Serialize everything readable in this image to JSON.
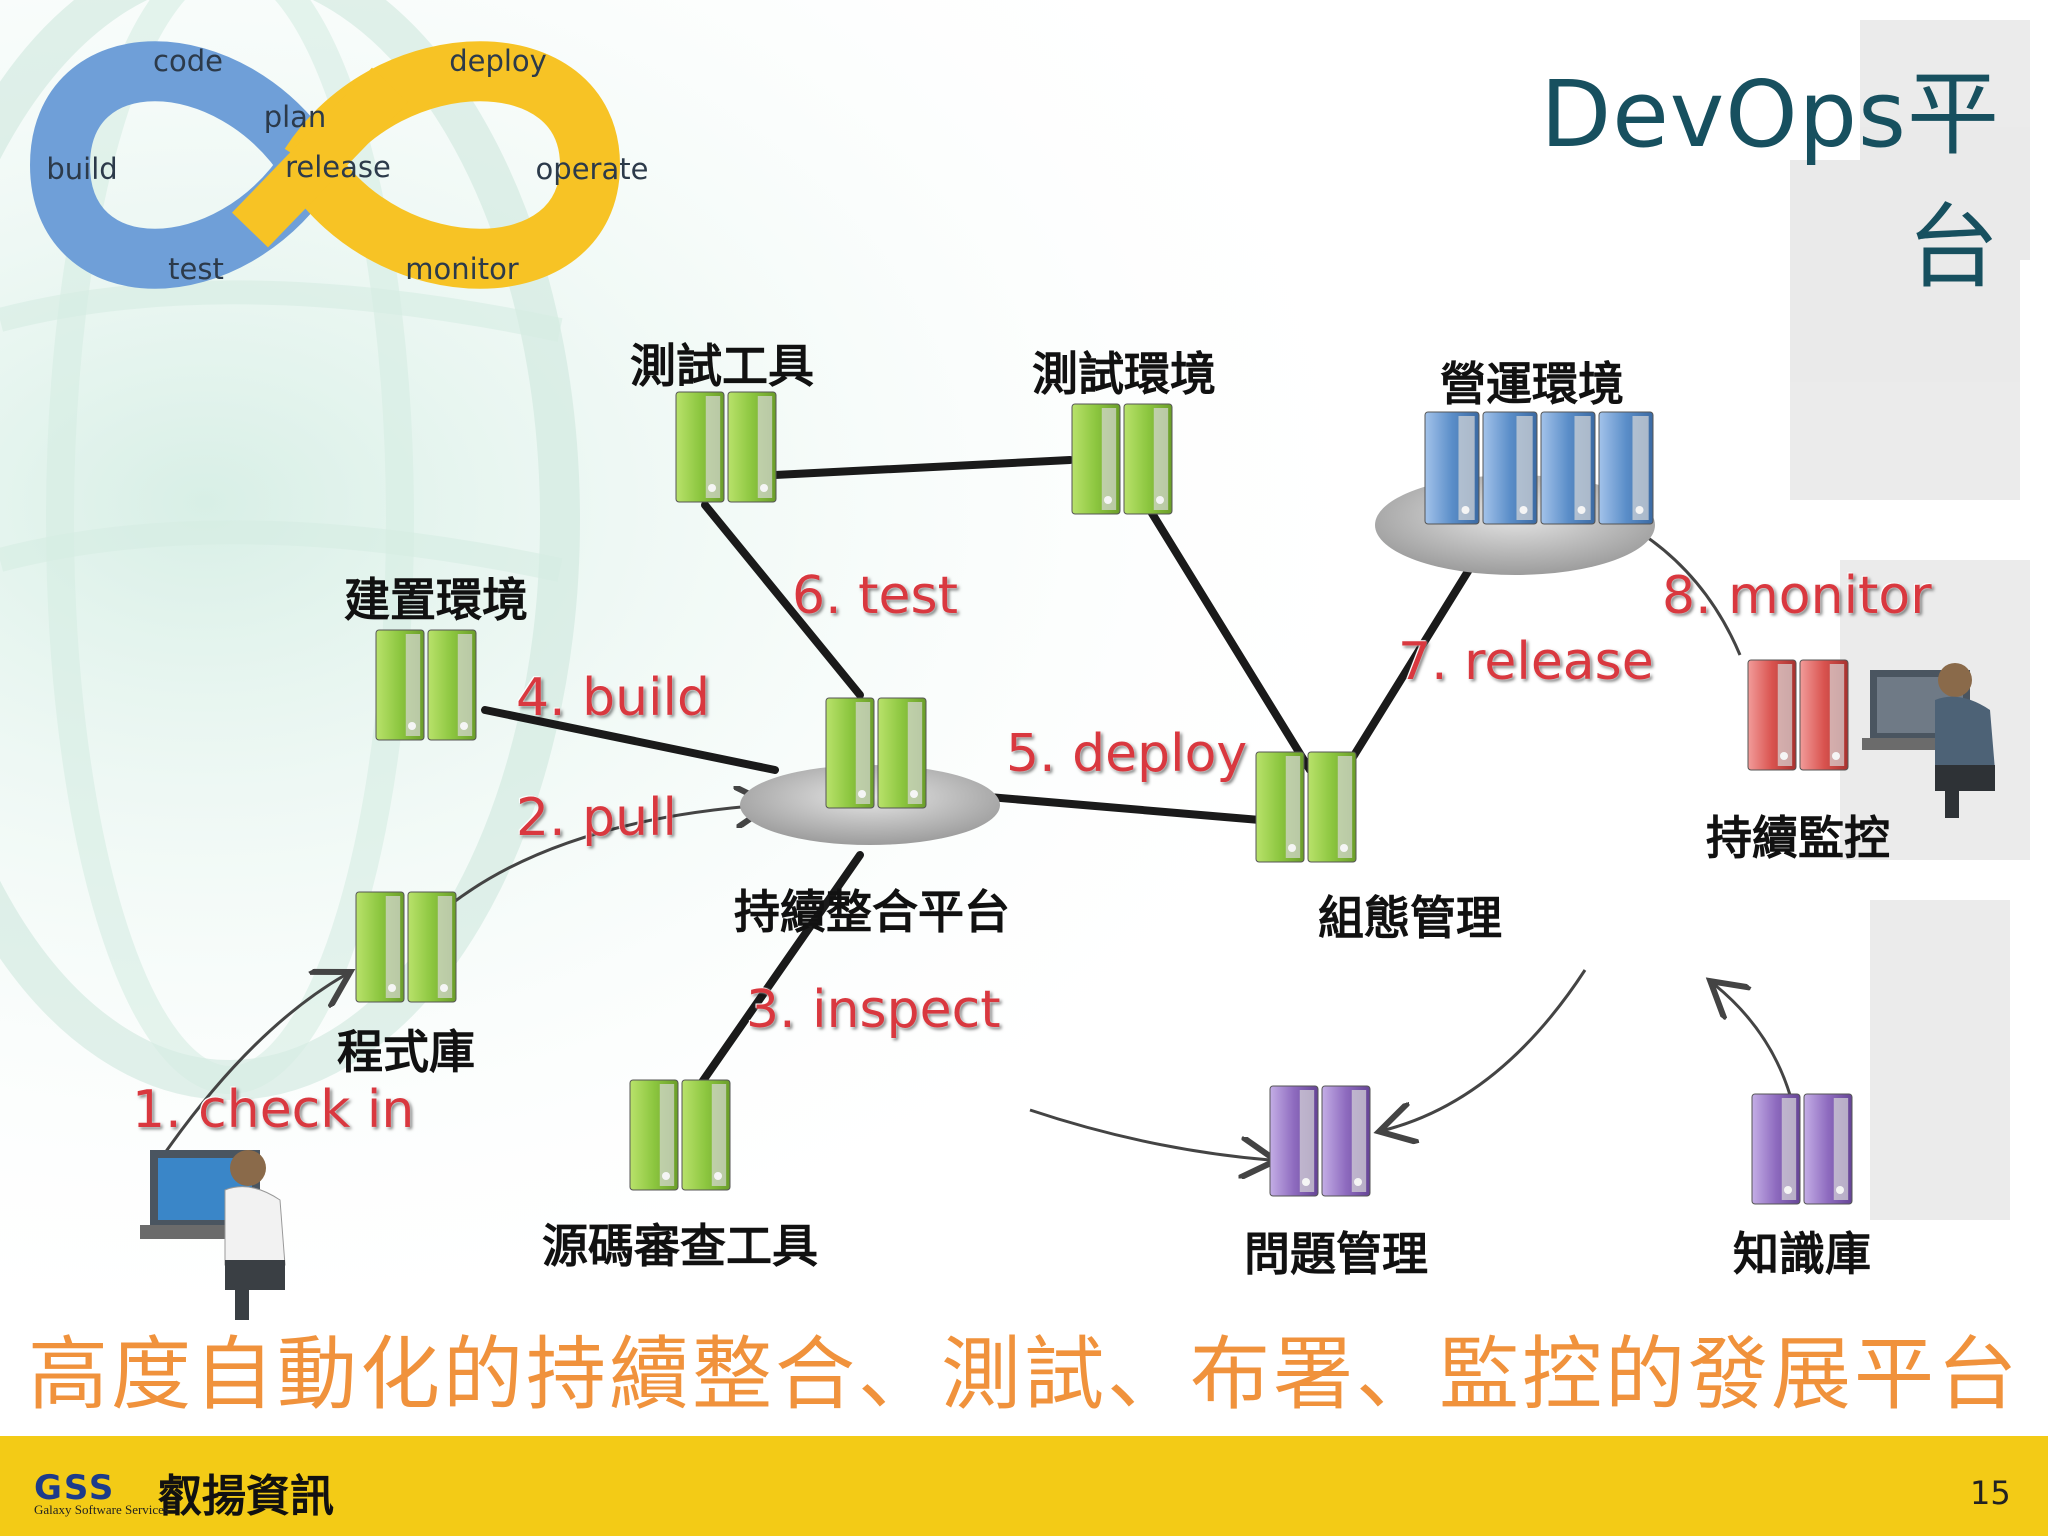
{
  "title": "DevOps平台",
  "cycle": {
    "code": "code",
    "plan": "plan",
    "build": "build",
    "release": "release",
    "test": "test",
    "deploy": "deploy",
    "operate": "operate",
    "monitor": "monitor"
  },
  "nodes": {
    "test_tools": "測試工具",
    "test_env": "測試環境",
    "ops_env": "營運環境",
    "build_env": "建置環境",
    "ci_platform": "持續整合平台",
    "config_mgmt": "組態管理",
    "continuous_monitoring": "持續監控",
    "repository": "程式庫",
    "code_review_tool": "源碼審查工具",
    "issue_mgmt": "問題管理",
    "knowledge_base": "知識庫"
  },
  "steps": {
    "check_in": "1. check in",
    "pull": "2. pull",
    "inspect": "3. inspect",
    "build": "4. build",
    "deploy": "5. deploy",
    "test": "6. test",
    "release": "7. release",
    "monitor": "8. monitor"
  },
  "tagline": "高度自動化的持續整合、測試、布署、監控的發展平台",
  "footer": {
    "logo_mark": "GSS",
    "company_name": "叡揚資訊",
    "company_subtitle": "Galaxy Software Services",
    "page_number": "15"
  },
  "colors": {
    "title": "#17505f",
    "step_label": "#d9383f",
    "tagline": "#f0923c",
    "footer_bar": "#f3cb16",
    "server_green": "#8cc63f",
    "server_blue": "#5b8ec9",
    "server_red": "#d9534f",
    "server_purple": "#8e6bbf",
    "cycle_blue": "#6f9fd8",
    "cycle_yellow": "#f7c325"
  }
}
